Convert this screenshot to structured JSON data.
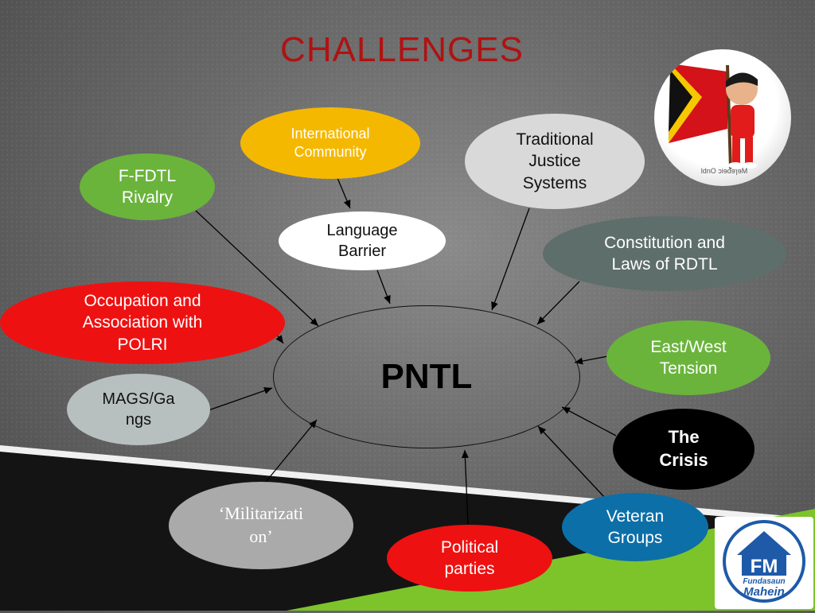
{
  "title": "CHALLENGES",
  "center": {
    "label": "PNTL",
    "fill": "#ffffff",
    "text_color": "#111111"
  },
  "nodes": [
    {
      "id": "international-community",
      "label": "International\nCommunity",
      "fill": "#f5b800",
      "text_color": "#ffffff"
    },
    {
      "id": "traditional-justice",
      "label": "Traditional\nJustice\nSystems",
      "fill": "#d9d9d9",
      "text_color": "#111111"
    },
    {
      "id": "ffdtl-rivalry",
      "label": "F-FDTL\nRivalry",
      "fill": "#6ab43c",
      "text_color": "#ffffff"
    },
    {
      "id": "language-barrier",
      "label": "Language\nBarrier",
      "fill": "#ffffff",
      "text_color": "#111111"
    },
    {
      "id": "constitution-laws",
      "label": "Constitution and\nLaws of RDTL",
      "fill": "#5e6e6a",
      "text_color": "#ffffff"
    },
    {
      "id": "occupation-polri",
      "label": "Occupation and\nAssociation with\nPOLRI",
      "fill": "#ee1111",
      "text_color": "#ffffff"
    },
    {
      "id": "east-west-tension",
      "label": "East/West\nTension",
      "fill": "#6ab43c",
      "text_color": "#ffffff"
    },
    {
      "id": "mags-gangs",
      "label": "MAGS/Ga\nngs",
      "fill": "#b8bfbf",
      "text_color": "#111111"
    },
    {
      "id": "the-crisis",
      "label": "The\nCrisis",
      "fill": "#000000",
      "text_color": "#ffffff"
    },
    {
      "id": "militarization",
      "label": "‘Militarizati\non’",
      "fill": "#aaaaaa",
      "text_color": "#ffffff"
    },
    {
      "id": "veteran-groups",
      "label": "Veteran\nGroups",
      "fill": "#0c6fa8",
      "text_color": "#ffffff"
    },
    {
      "id": "political-parties",
      "label": "Political\nparties",
      "fill": "#ee1111",
      "text_color": "#ffffff"
    }
  ],
  "emblem": {
    "icon": "timor-flag-character-icon",
    "caption": "ldnO ɔiɘdɘɿɘM"
  },
  "logo": {
    "icon": "house-fm-icon",
    "mark": "FM",
    "line1": "Fundasaun",
    "line2": "Mahein",
    "color": "#1e5aa8"
  },
  "colors": {
    "title": "#b01212",
    "green_band": "#7dc42a",
    "dark_band": "#141414"
  }
}
